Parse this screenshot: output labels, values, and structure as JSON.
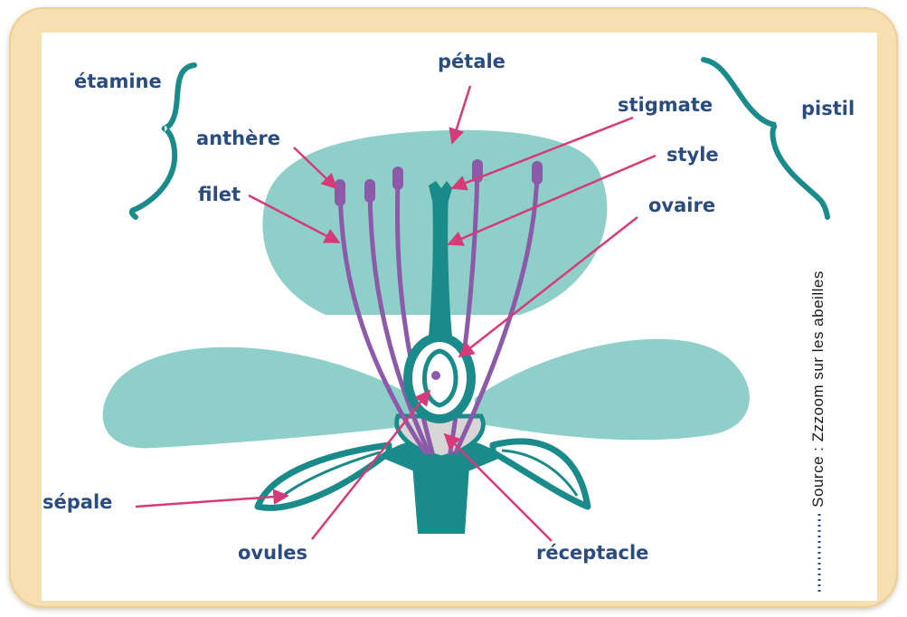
{
  "labels": {
    "etamine": "étamine",
    "petale": "pétale",
    "stigmate": "stigmate",
    "pistil": "pistil",
    "anthere": "anthère",
    "style": "style",
    "filet": "filet",
    "ovaire": "ovaire",
    "sepale": "sépale",
    "ovules": "ovules",
    "receptacle": "réceptacle"
  },
  "source": "Source : Zzzoom sur les abeilles",
  "colors": {
    "frame": "#f6dfb0",
    "petal": "#8fcfc9",
    "teal": "#1a8a8a",
    "purple": "#8c5aa8",
    "arrow": "#d63a78",
    "label": "#2a4c7e",
    "receptacle": "#d6d6d6"
  }
}
